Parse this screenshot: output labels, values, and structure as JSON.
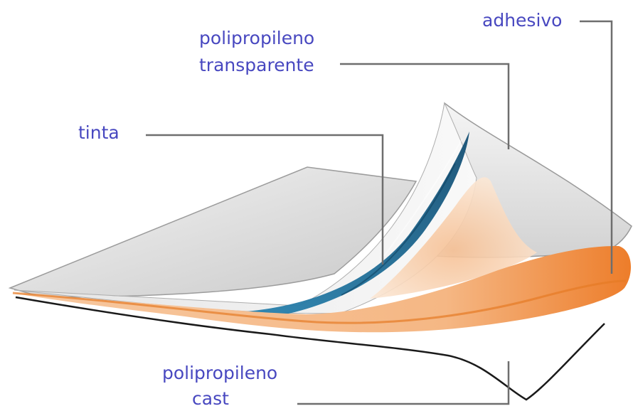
{
  "labels": {
    "adhesivo": "adhesivo",
    "pp_transparent_line1": "polipropileno",
    "pp_transparent_line2": "transparente",
    "tinta": "tinta",
    "pp_cast_line1": "polipropileno",
    "pp_cast_line2": "cast"
  },
  "colors": {
    "label_text": "#4848c0",
    "leader_line": "#6e6e6e",
    "ink_layer": "#1f6f96",
    "adhesive_layer": "#ee8432",
    "base_edge": "#1a1a1a"
  }
}
